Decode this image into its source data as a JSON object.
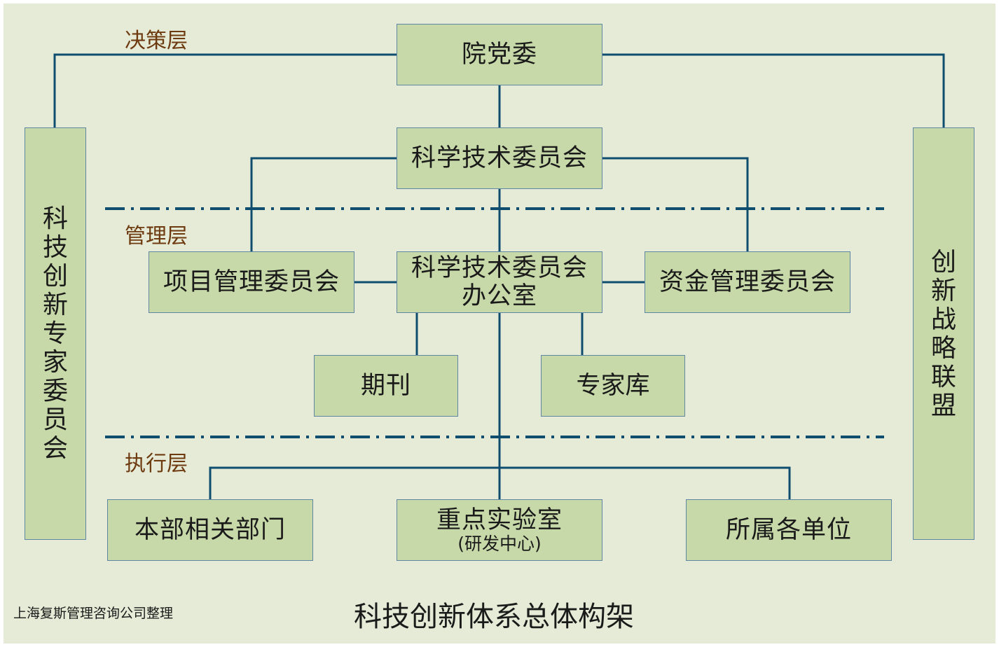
{
  "layers": {
    "decision": "决策层",
    "management": "管理层",
    "execution": "执行层"
  },
  "nodes": {
    "party_committee": "院党委",
    "sci_tech_committee": "科学技术委员会",
    "project_mgmt": "项目管理委员会",
    "office_line1": "科学技术委员会",
    "office_line2": "办公室",
    "fund_mgmt": "资金管理委员会",
    "journal": "期刊",
    "expert_db": "专家库",
    "hq_departments": "本部相关部门",
    "key_lab": "重点实验室",
    "key_lab_note": "(研发中心)",
    "affiliates": "所属各单位",
    "expert_committee": "科技创新专家委员会",
    "strategic_alliance": "创新战略联盟"
  },
  "title": "科技创新体系总体构架",
  "source": "上海复斯管理咨询公司整理",
  "colors": {
    "background": "#e5ebd6",
    "box_fill": "#c7d9a8",
    "line": "#0e4d6e",
    "layer_label": "#6e3a10"
  }
}
